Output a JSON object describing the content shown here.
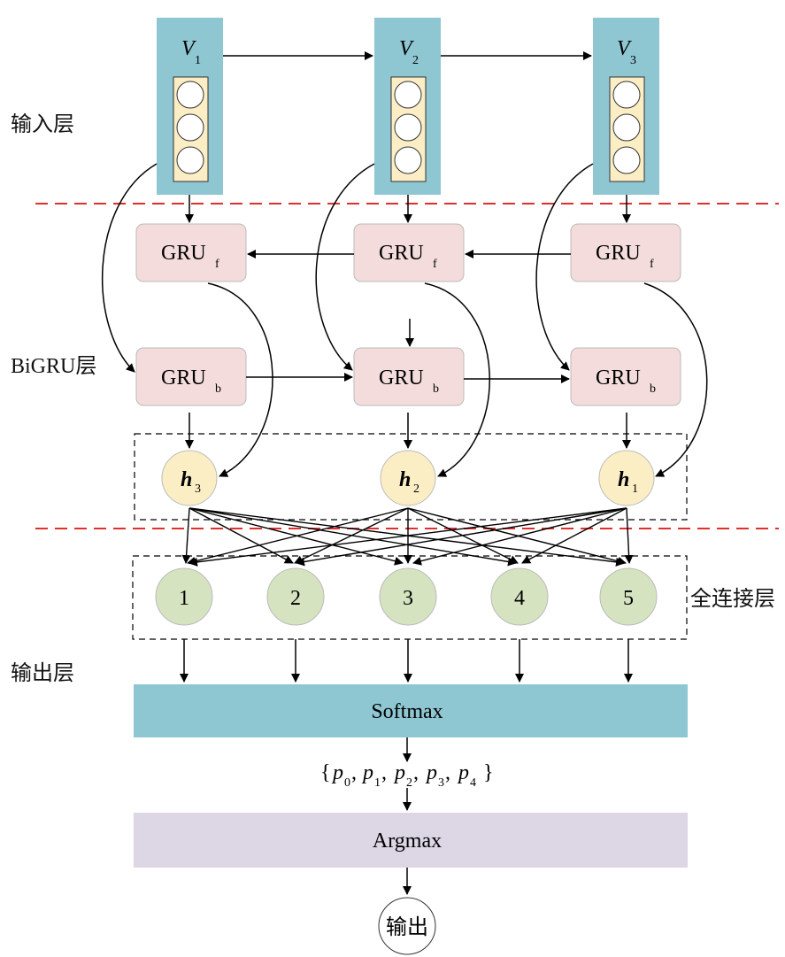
{
  "layers": {
    "input": "输入层",
    "bigru": "BiGRU层",
    "fc": "全连接层",
    "output": "输出层"
  },
  "inputs": [
    {
      "name": "V",
      "sub": "1"
    },
    {
      "name": "V",
      "sub": "2"
    },
    {
      "name": "V",
      "sub": "3"
    }
  ],
  "gru_forward": {
    "name": "GRU",
    "sub": "f"
  },
  "gru_backward": {
    "name": "GRU",
    "sub": "b"
  },
  "hidden": [
    {
      "name": "h",
      "sub": "3"
    },
    {
      "name": "h",
      "sub": "2"
    },
    {
      "name": "h",
      "sub": "1"
    }
  ],
  "fc_nodes": [
    "1",
    "2",
    "3",
    "4",
    "5"
  ],
  "softmax_label": "Softmax",
  "probabilities": {
    "open": "{",
    "close": "}",
    "items": [
      {
        "name": "p",
        "sub": "0"
      },
      {
        "name": "p",
        "sub": "1"
      },
      {
        "name": "p",
        "sub": "2"
      },
      {
        "name": "p",
        "sub": "3"
      },
      {
        "name": "p",
        "sub": "4"
      }
    ]
  },
  "argmax_label": "Argmax",
  "output_label": "输出",
  "colors": {
    "input_block": "#8ec6d2",
    "embed_cell": "#fbeec5",
    "gru_box": "#f4dcdc",
    "hidden_node": "#fbeec5",
    "fc_node": "#d6e3c0",
    "softmax_bar": "#8ec6d2",
    "argmax_bar": "#dcd6e5",
    "divider": "#e0302c"
  }
}
